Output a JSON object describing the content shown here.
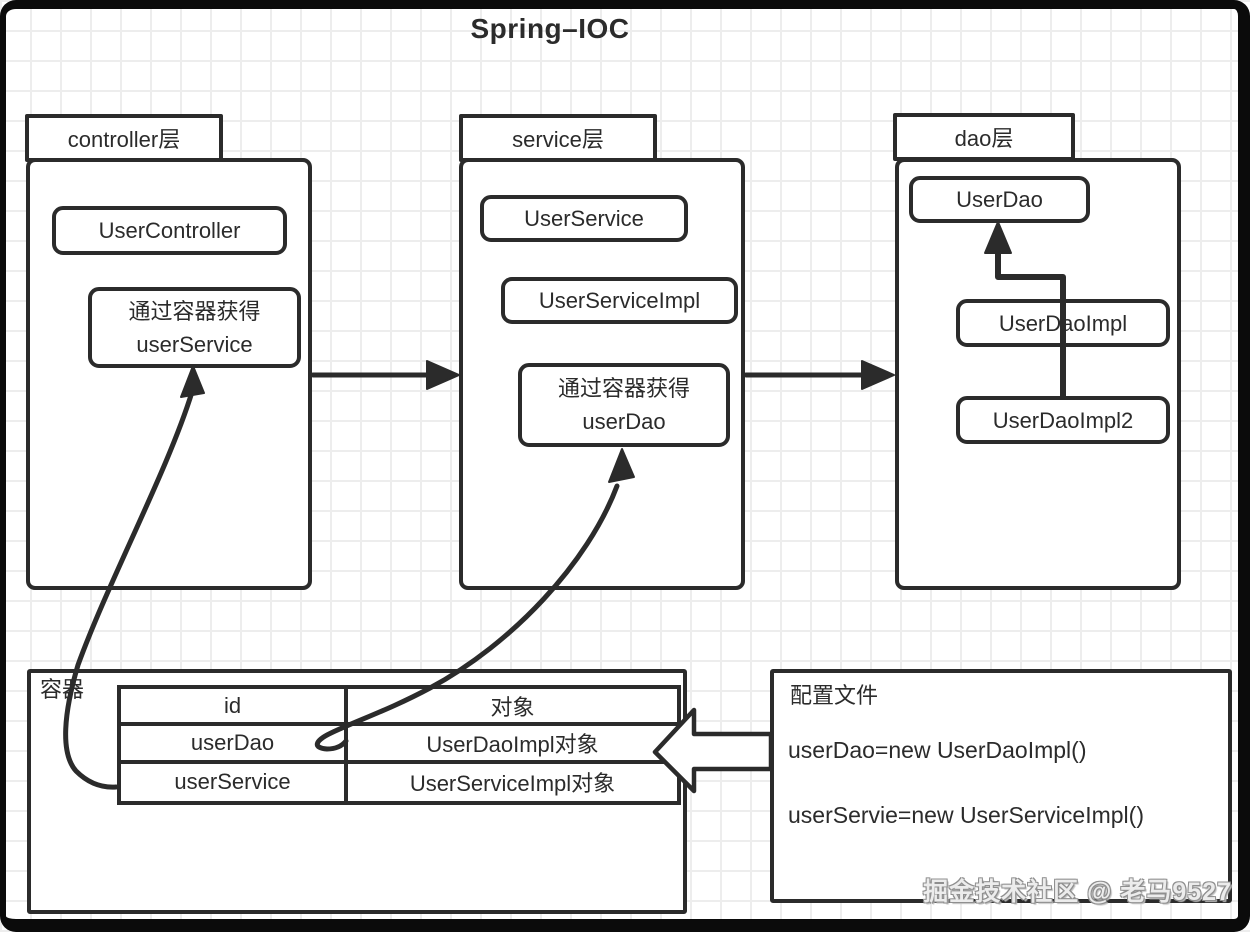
{
  "title": "Spring–IOC",
  "controller_layer": {
    "tab": "controller层",
    "user_controller": "UserController",
    "get_line1": "通过容器获得",
    "get_line2": "userService"
  },
  "service_layer": {
    "tab": "service层",
    "user_service": "UserService",
    "user_service_impl": "UserServiceImpl",
    "get_line1": "通过容器获得",
    "get_line2": "userDao"
  },
  "dao_layer": {
    "tab": "dao层",
    "user_dao": "UserDao",
    "user_dao_impl": "UserDaoImpl",
    "user_dao_impl2": "UserDaoImpl2"
  },
  "container": {
    "label": "容器",
    "table": {
      "headers": [
        "id",
        "对象"
      ],
      "rows": [
        [
          "userDao",
          "UserDaoImpl对象"
        ],
        [
          "userService",
          "UserServiceImpl对象"
        ]
      ]
    }
  },
  "config_file": {
    "label": "配置文件",
    "lines": [
      "userDao=new UserDaoImpl()",
      "userServie=new UserServiceImpl()"
    ]
  },
  "watermark": "掘金技术社区 @ 老马9527",
  "colors": {
    "ink": "#2b2b2b",
    "grid": "#ededed",
    "frame": "#0b0b0b"
  }
}
